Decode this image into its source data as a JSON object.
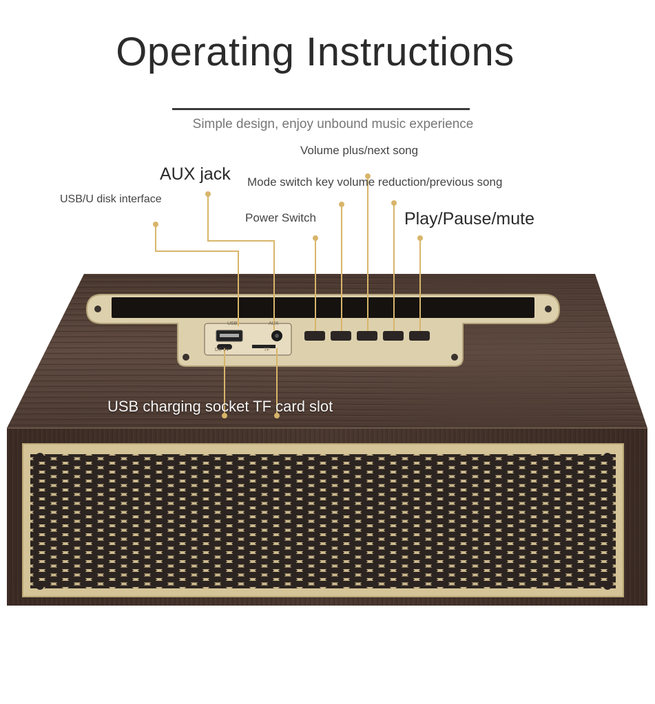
{
  "header": {
    "title": "Operating Instructions",
    "subtitle": "Simple design, enjoy unbound music experience"
  },
  "callouts": {
    "volume_plus": "Volume plus/next song",
    "aux_jack": "AUX jack",
    "mode_switch": "Mode switch key volume reduction/previous song",
    "usb_disk": "USB/U disk interface",
    "power_switch": "Power Switch",
    "play_pause": "Play/Pause/mute",
    "usb_charging": "USB charging socket TF card slot"
  },
  "panel_marks": {
    "usb": "USB",
    "aux": "AUX",
    "dc": "DC 5V",
    "tf": "TF"
  },
  "colors": {
    "wood_dark": "#3b2b24",
    "wood_mid": "#5a463c",
    "gold": "#d9c9a0",
    "leader_line": "#d8b56a"
  }
}
